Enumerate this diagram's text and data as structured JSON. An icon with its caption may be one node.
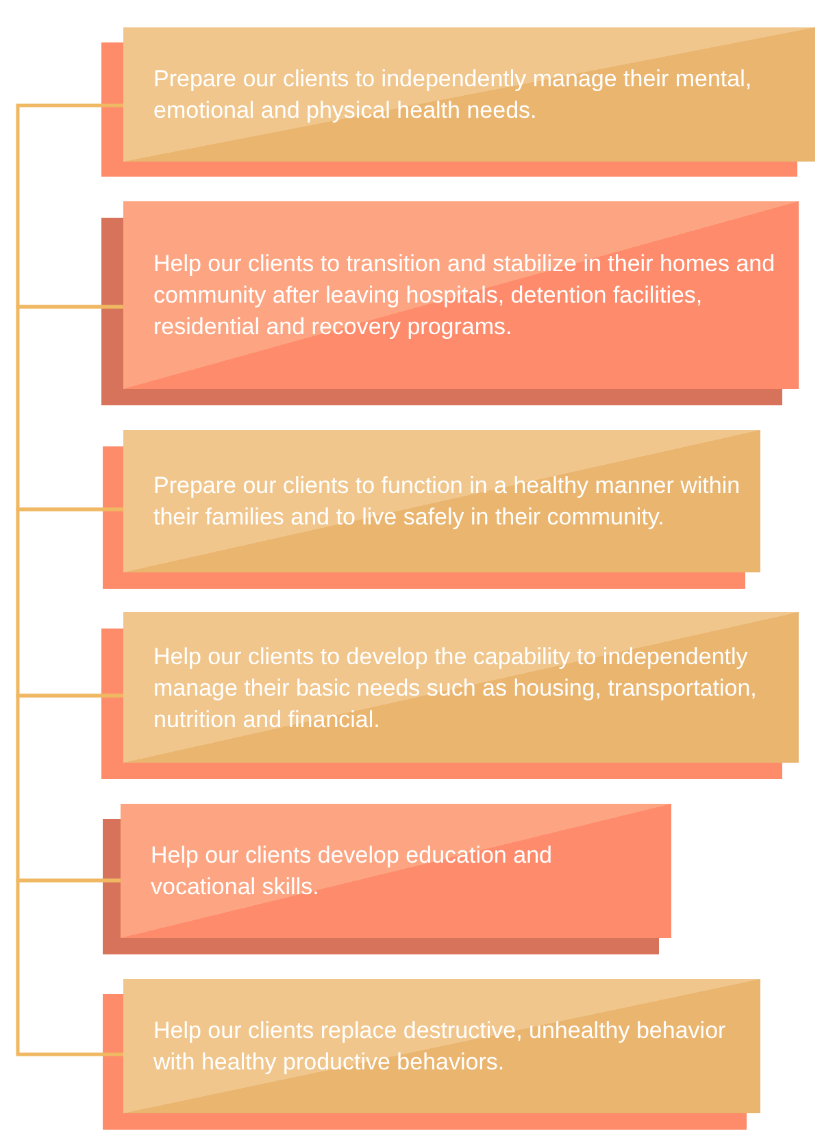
{
  "diagram": {
    "nodes": [
      {
        "text": [
          "Prepare our clients to independently manage their mental, emotional and physical health needs."
        ]
      },
      {
        "text": [
          "Help our clients to transition and stabilize in their homes and community after leaving hospitals, detention facilities, residential and recovery programs."
        ]
      },
      {
        "text": [
          "Prepare our clients to function in a healthy manner within their families and to live safely in their community."
        ]
      },
      {
        "text": [
          "Help our clients to develop the capability to independently manage their basic needs such as housing, transportation, nutrition and financial."
        ]
      },
      {
        "text": [
          "Help our clients develop education and vocational skills."
        ]
      },
      {
        "text": [
          "Help our clients replace destructive, unhealthy behavior with healthy productive behaviors."
        ]
      }
    ],
    "edges": [
      {
        "from": 0,
        "to": 1,
        "arrow": "none"
      },
      {
        "from": 1,
        "to": 2,
        "arrow": "none"
      },
      {
        "from": 2,
        "to": 3,
        "arrow": "none"
      },
      {
        "from": 3,
        "to": 4,
        "arrow": "none"
      },
      {
        "from": 4,
        "to": 5,
        "arrow": "none"
      }
    ]
  }
}
